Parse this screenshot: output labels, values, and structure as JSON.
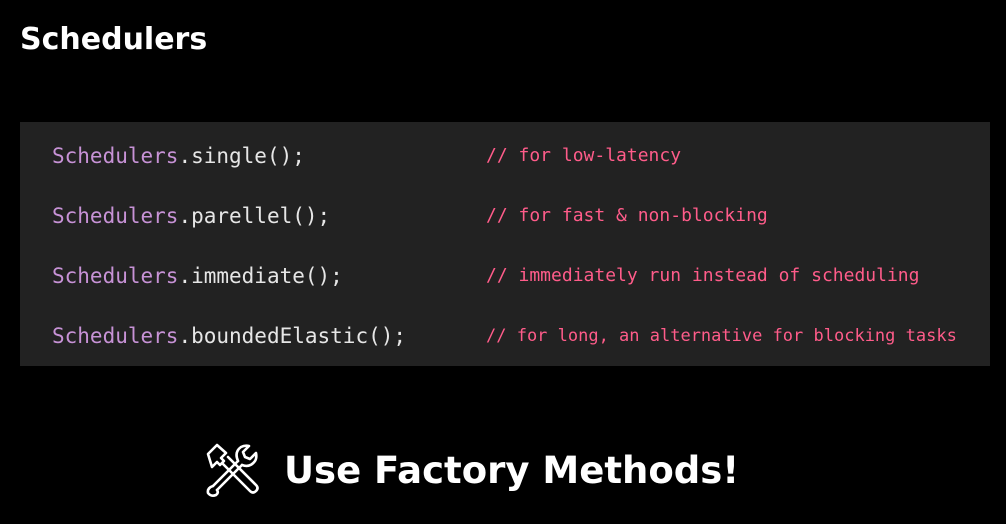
{
  "slide": {
    "title": "Schedulers",
    "footer_text": "Use Factory Methods!",
    "footer_icon": "hammer-wrench-icon"
  },
  "code": {
    "lines": [
      {
        "class": "Schedulers",
        "method": ".single();",
        "comment": "// for low-latency"
      },
      {
        "class": "Schedulers",
        "method": ".parellel();",
        "comment": "// for fast & non-blocking"
      },
      {
        "class": "Schedulers",
        "method": ".immediate();",
        "comment": "// immediately run instead of scheduling"
      },
      {
        "class": "Schedulers",
        "method": ".boundedElastic();",
        "comment": "// for long, an alternative for blocking tasks"
      }
    ]
  },
  "colors": {
    "background": "#000000",
    "code_background": "#222222",
    "class_name": "#c792d6",
    "method_text": "#e6e6e6",
    "comment": "#ff5c8a"
  }
}
